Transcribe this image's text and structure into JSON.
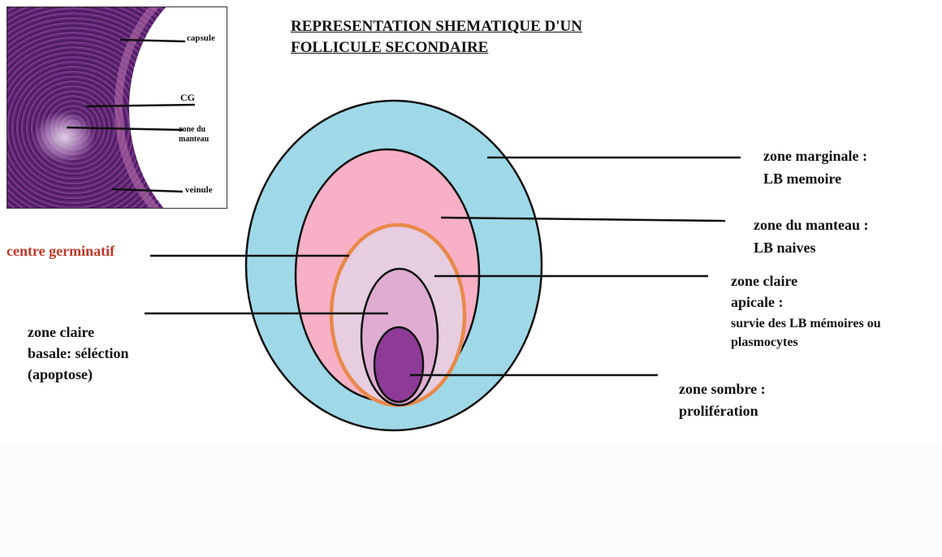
{
  "title": {
    "line1": "REPRESENTATION SHEMATIQUE D'UN",
    "line2": "FOLLICULE SECONDAIRE"
  },
  "micrograph_labels": {
    "capsule": "capsule",
    "cg": "CG",
    "zone_du": "zone du",
    "manteau": "manteau",
    "veinule": "veinule"
  },
  "labels": {
    "zone_marginale": "zone marginale :",
    "lb_memoire": "LB memoire",
    "zone_du_manteau": "zone du manteau :",
    "lb_naives": "LB naives",
    "centre_germinatif": "centre germinatif",
    "zone_claire_apicale_1": "zone claire",
    "zone_claire_apicale_2": "apicale :",
    "survie_1": "survie des LB mémoires ou",
    "survie_2": "plasmocytes",
    "zone_claire_basale_1": "zone claire",
    "zone_claire_basale_2": "basale: séléction",
    "zone_claire_basale_3": "(apoptose)",
    "zone_sombre": "zone sombre :",
    "proliferation": "prolifération"
  },
  "colors": {
    "zone_marginale": "#9fd9e8",
    "zone_manteau": "#f7b0c6",
    "centre_germinatif_border": "#e8894a",
    "centre_germinatif_fill": "#e6cde0",
    "zone_claire_basale": "#dfadd2",
    "zone_sombre": "#8e3b97",
    "centre_germinatif_label": "#c0392b"
  }
}
